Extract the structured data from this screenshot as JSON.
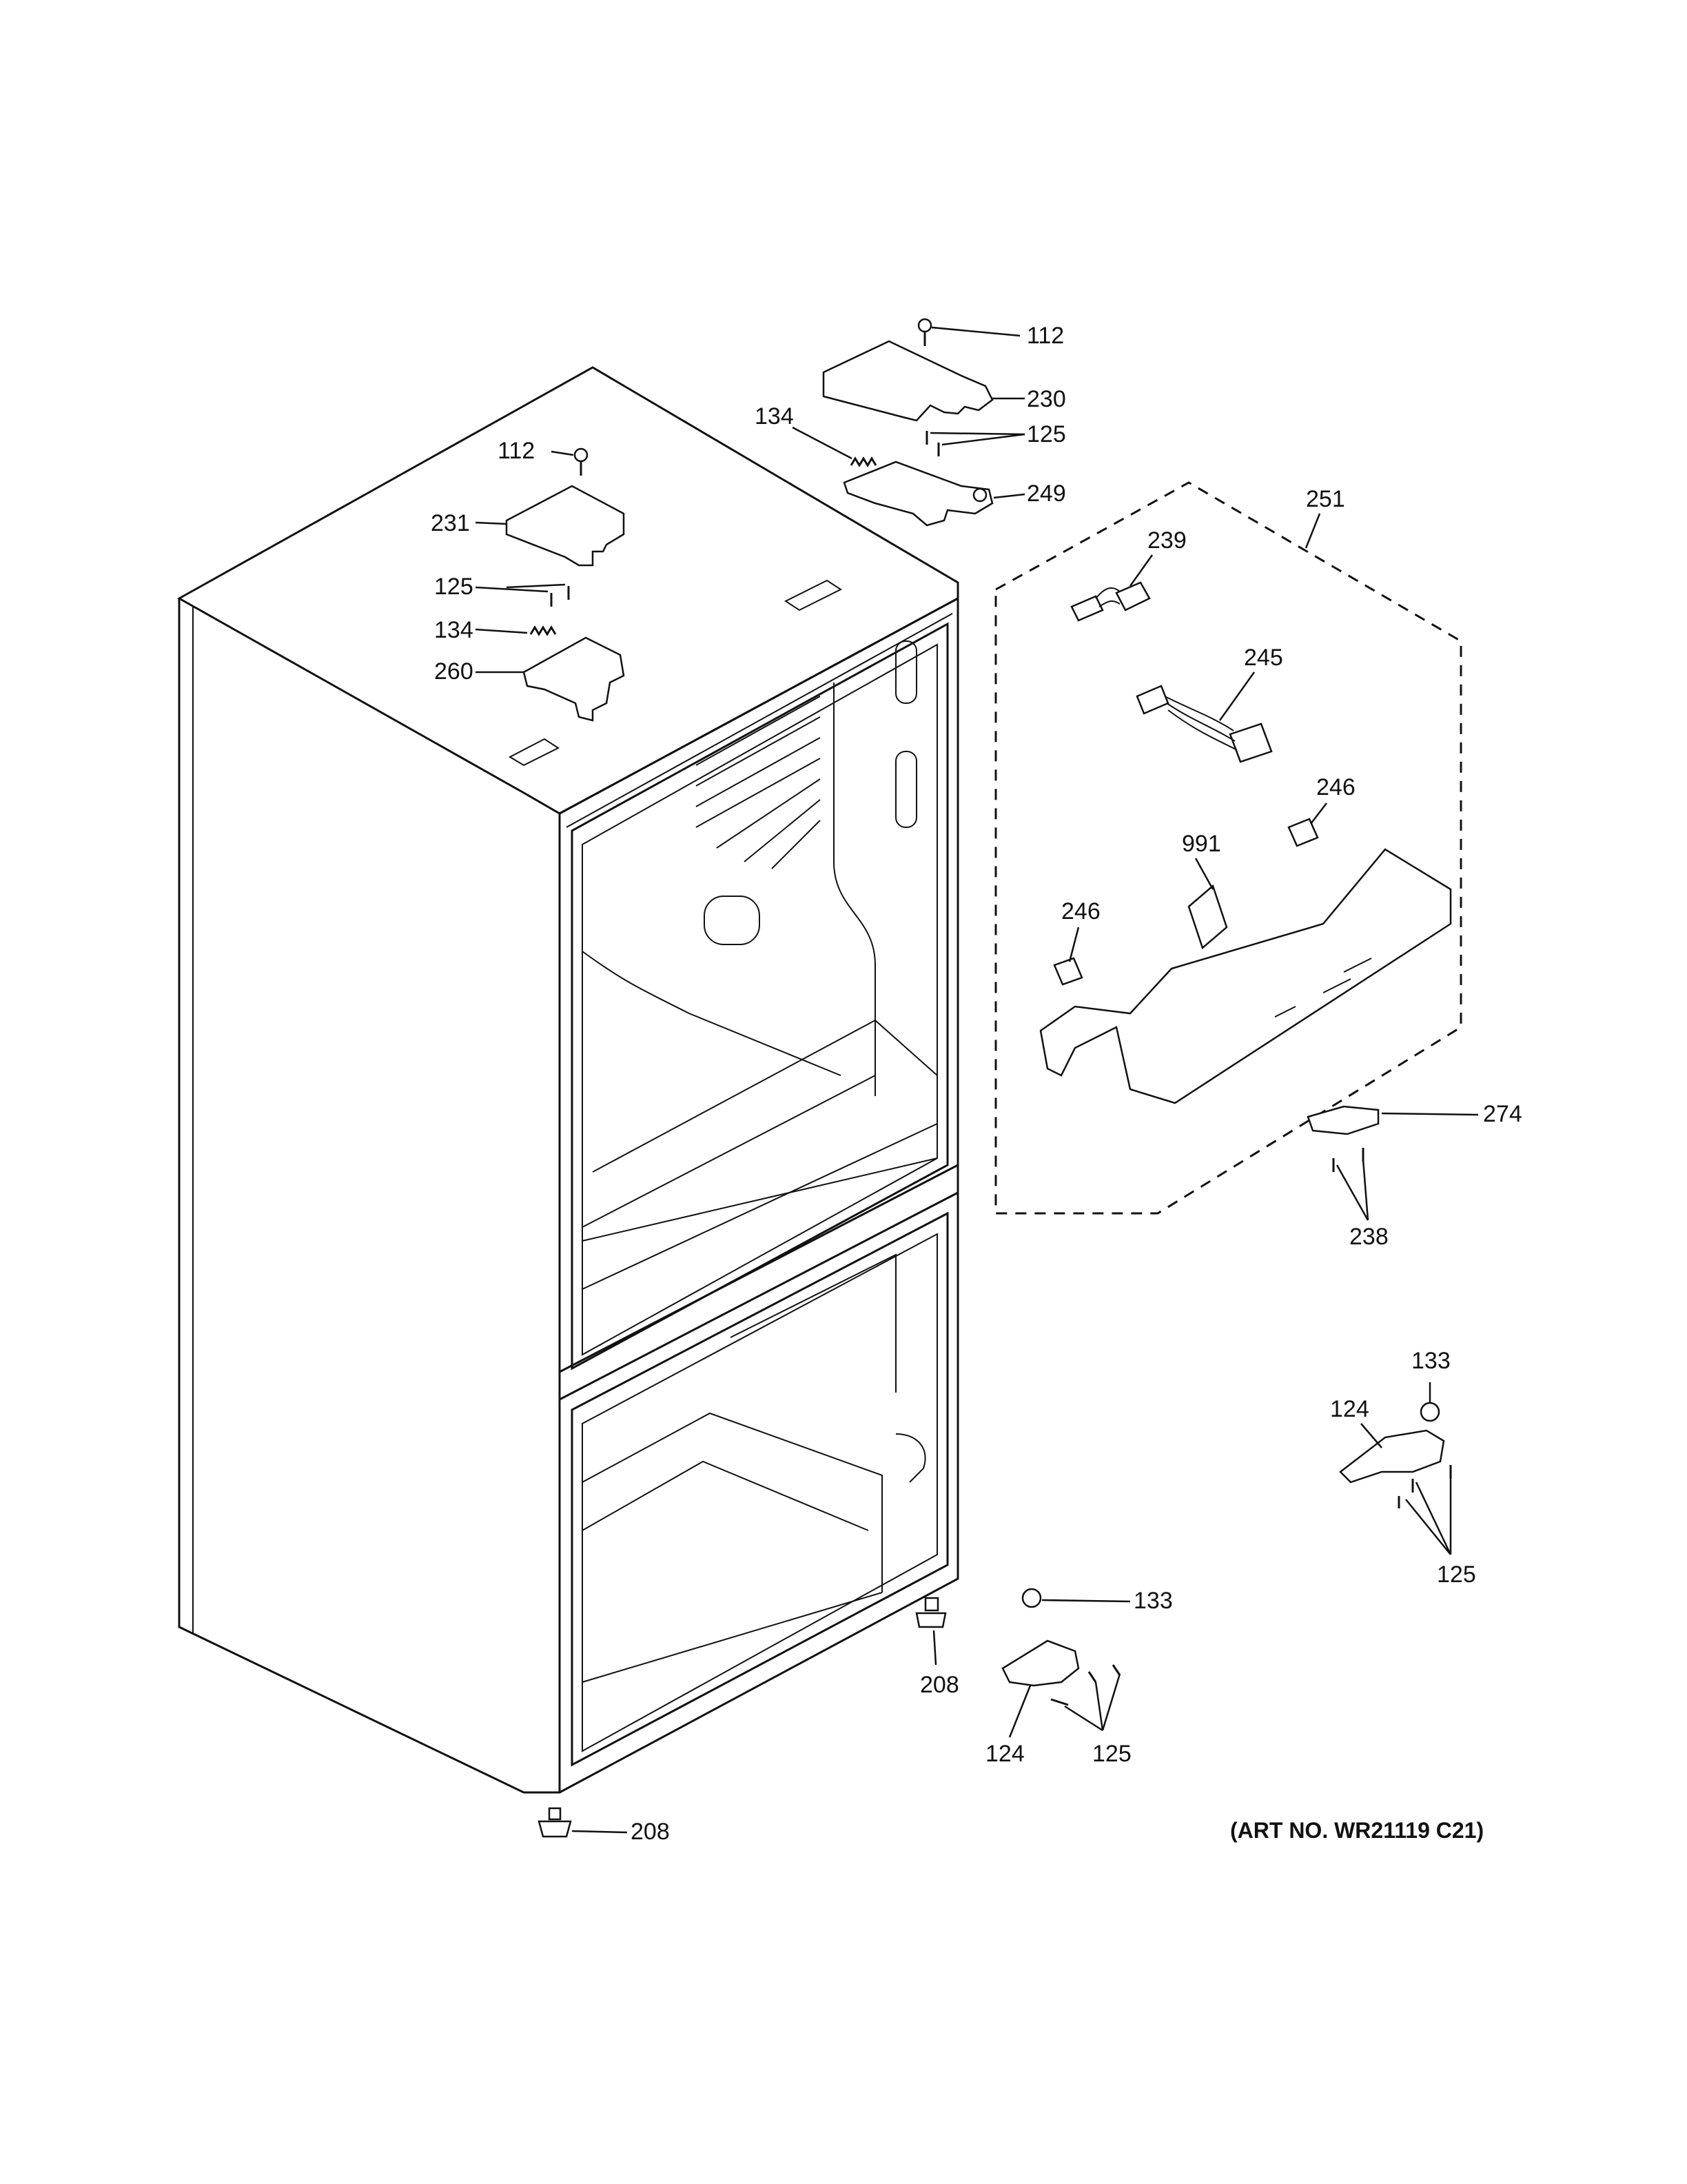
{
  "art_number": "(ART NO. WR21119 C21)",
  "labels": {
    "p112_top": "112",
    "p230": "230",
    "p134_top": "134",
    "p125_top": "125",
    "p249": "249",
    "p112_left": "112",
    "p231": "231",
    "p125_left": "125",
    "p134_left": "134",
    "p260": "260",
    "p251": "251",
    "p239": "239",
    "p245": "245",
    "p246_right": "246",
    "p991": "991",
    "p246_left": "246",
    "p274": "274",
    "p238": "238",
    "p133_right": "133",
    "p124_right": "124",
    "p125_right": "125",
    "p133_mid": "133",
    "p208_mid": "208",
    "p124_mid": "124",
    "p125_mid": "125",
    "p208_bottom": "208"
  }
}
